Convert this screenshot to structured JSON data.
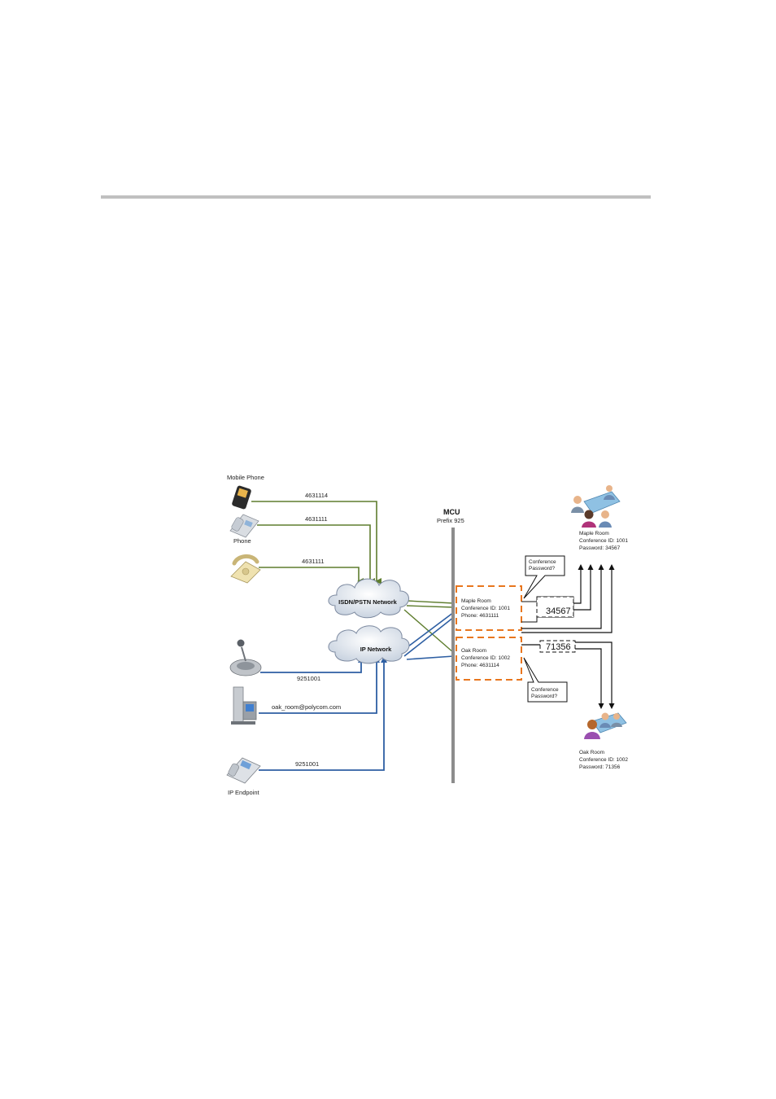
{
  "devices": {
    "mobile_phone_label": "Mobile Phone",
    "phone_label": "Phone",
    "ip_endpoint_label": "IP Endpoint"
  },
  "dial_strings": {
    "mobile": "4631114",
    "phone": "4631111",
    "analog": "4631111",
    "conference_phone": "9251001",
    "sip_endpoint": "oak_room@polycom.com",
    "ip_endpoint": "9251001"
  },
  "networks": {
    "isdn": "ISDN/PSTN Network",
    "ip": "IP Network"
  },
  "mcu": {
    "title": "MCU",
    "prefix": "Prefix 925"
  },
  "maple": {
    "name": "Maple Room",
    "conf_id": "Conference ID: 1001",
    "phone": "Phone: 4631111",
    "prompt_line1": "Conference",
    "prompt_line2": "Password?",
    "password_value": "34567",
    "room_name": "Maple Room",
    "room_conf_id": "Conference ID: 1001",
    "room_password": "Password: 34567"
  },
  "oak": {
    "name": "Oak Room",
    "conf_id": "Conference ID: 1002",
    "phone": "Phone: 4631114",
    "prompt_line1": "Conference",
    "prompt_line2": "Password?",
    "password_value": "71356",
    "room_name": "Oak Room",
    "room_conf_id": "Conference ID: 1002",
    "room_password": "Password: 71356"
  },
  "colors": {
    "green_line": "#5e7d2e",
    "blue_line": "#2e5fa3",
    "orange_dash": "#e8761e",
    "mcu_bar": "#8c8c8c"
  }
}
